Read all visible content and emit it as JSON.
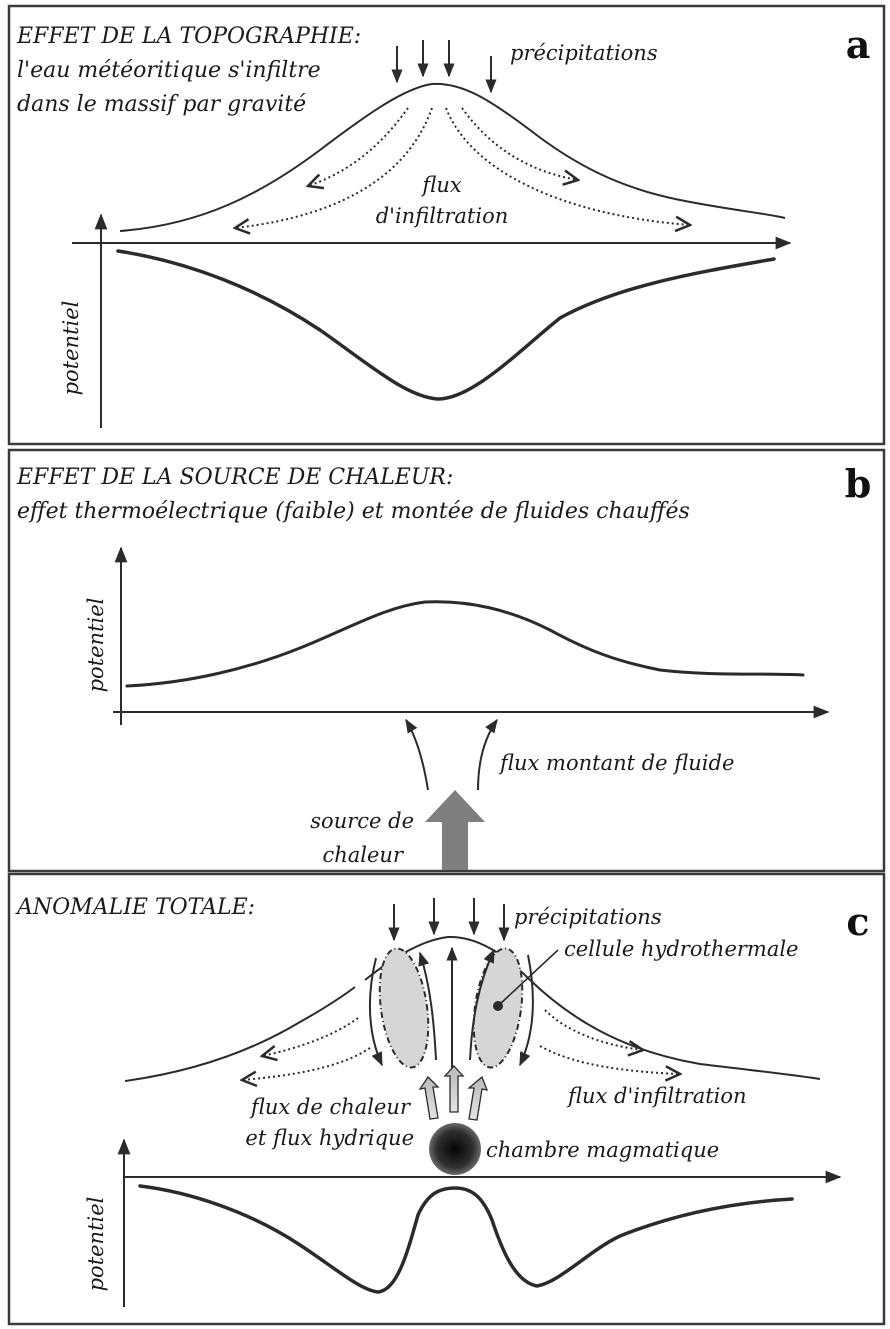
{
  "panels": [
    {
      "letter": "a",
      "title": "EFFET DE LA TOPOGRAPHIE:",
      "subtitle_lines": [
        "l'eau météoritique s'infiltre",
        "dans le massif par gravité"
      ],
      "labels": {
        "precipitations": "précipitations",
        "flux_line1": "flux",
        "flux_line2": "d'infiltration",
        "potentiel": "potentiel"
      }
    },
    {
      "letter": "b",
      "title": "EFFET DE LA SOURCE DE CHALEUR:",
      "subtitle_lines": [
        "effet thermoélectrique (faible) et montée de fluides chauffés"
      ],
      "labels": {
        "potentiel": "potentiel",
        "flux_montant": "flux montant de fluide",
        "source_line1": "source de",
        "source_line2": "chaleur"
      }
    },
    {
      "letter": "c",
      "title": "ANOMALIE TOTALE:",
      "labels": {
        "precipitations": "précipitations",
        "cellule": "cellule hydrothermale",
        "flux_infiltration": "flux d'infiltration",
        "flux_chaleur_line1": "flux de chaleur",
        "flux_chaleur_line2": "et flux hydrique",
        "chambre": "chambre magmatique",
        "potentiel": "potentiel"
      }
    }
  ],
  "colors": {
    "ink": "#2b2b2b",
    "panel_border": "#3a3a3a",
    "heat_arrow": "#7f7f7f",
    "cell_fill": "#d6d6d6",
    "magma_chamber": "#2a2a2a"
  }
}
